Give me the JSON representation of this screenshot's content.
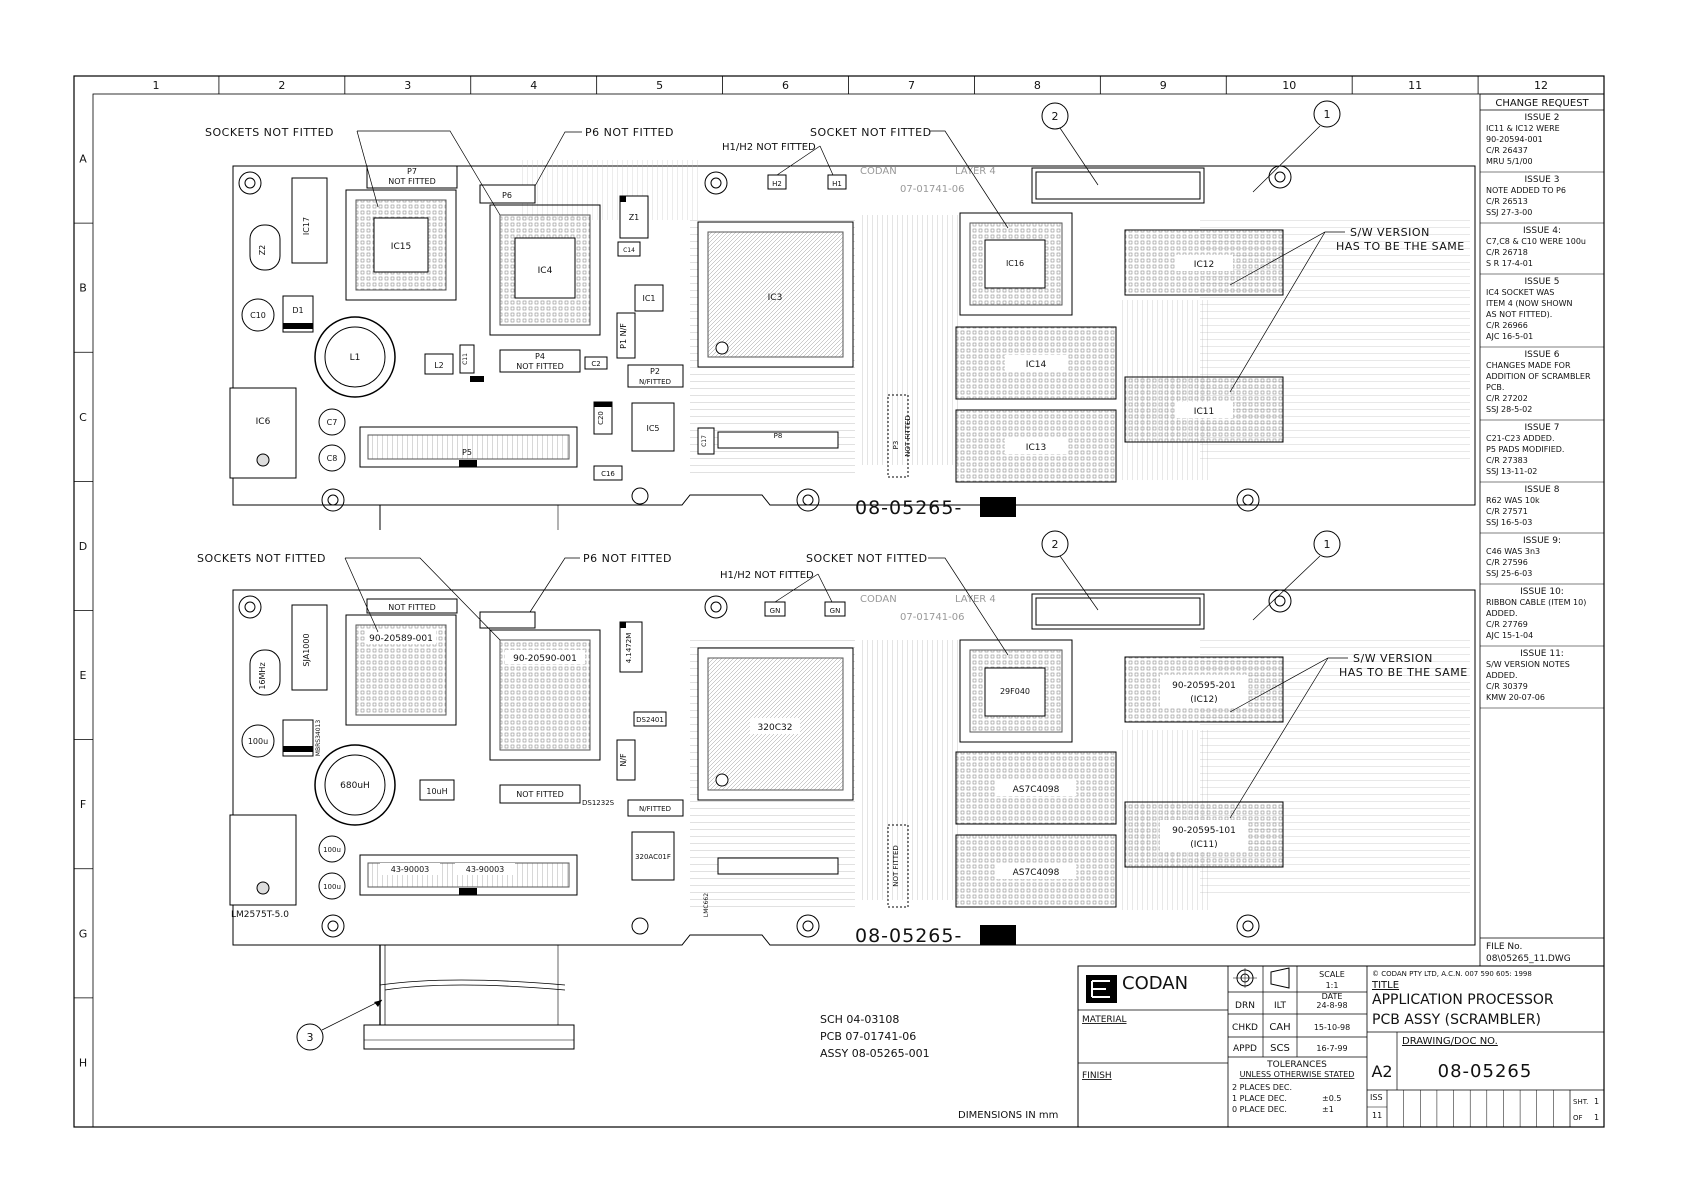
{
  "grid": {
    "columns": [
      "1",
      "2",
      "3",
      "4",
      "5",
      "6",
      "7",
      "8",
      "9",
      "10",
      "11",
      "12"
    ],
    "rows": [
      "A",
      "B",
      "C",
      "D",
      "E",
      "F",
      "G",
      "H"
    ]
  },
  "change_request": {
    "title": "CHANGE REQUEST",
    "issues": [
      {
        "title": "ISSUE 2",
        "lines": [
          "IC11 & IC12 WERE",
          "90-20594-001",
          "C/R 26437",
          "MRU 5/1/00"
        ]
      },
      {
        "title": "ISSUE 3",
        "lines": [
          "NOTE ADDED TO P6",
          "C/R 26513",
          "SSJ 27-3-00"
        ]
      },
      {
        "title": "ISSUE 4:",
        "lines": [
          "C7,C8 & C10 WERE 100u",
          "C/R 26718",
          "S R 17-4-01"
        ]
      },
      {
        "title": "ISSUE 5",
        "lines": [
          "IC4 SOCKET WAS",
          "ITEM 4 (NOW SHOWN",
          "AS NOT FITTED).",
          "C/R 26966",
          "AJC 16-5-01"
        ]
      },
      {
        "title": "ISSUE 6",
        "lines": [
          "CHANGES MADE FOR",
          "ADDITION OF SCRAMBLER",
          "PCB.",
          "C/R 27202",
          "SSJ 28-5-02"
        ]
      },
      {
        "title": "ISSUE 7",
        "lines": [
          "C21-C23 ADDED.",
          "P5 PADS MODIFIED.",
          "C/R 27383",
          "SSJ 13-11-02"
        ]
      },
      {
        "title": "ISSUE 8",
        "lines": [
          "R62 WAS 10k",
          "C/R 27571",
          "SSJ 16-5-03"
        ]
      },
      {
        "title": "ISSUE 9:",
        "lines": [
          "C46 WAS 3n3",
          "C/R 27596",
          "SSJ 25-6-03"
        ]
      },
      {
        "title": "ISSUE 10:",
        "lines": [
          "RIBBON CABLE (ITEM 10)",
          "ADDED.",
          "C/R 27769",
          "AJC 15-1-04"
        ]
      },
      {
        "title": "ISSUE 11:",
        "lines": [
          "S/W VERSION NOTES",
          "ADDED.",
          "C/R 30379",
          "KMW 20-07-06"
        ]
      }
    ],
    "file_label": "FILE No.",
    "file_name": "08\\05265_11.DWG"
  },
  "boards": {
    "top": {
      "callouts": {
        "sockets": "SOCKETS NOT FITTED",
        "p6": "P6 NOT FITTED",
        "h1h2": "H1/H2 NOT FITTED",
        "socket": "SOCKET NOT FITTED",
        "sw1": "S/W VERSION",
        "sw2": "HAS TO BE THE SAME"
      },
      "balloons": [
        "2",
        "1"
      ],
      "silk": [
        "CODAN",
        "LAYER 4",
        "07-01741-06"
      ],
      "assy_no": "08-05265-",
      "parts": {
        "ic15": "IC15",
        "ic4": "IC4",
        "ic3": "IC3",
        "ic16": "IC16",
        "ic12": "IC12",
        "ic14": "IC14",
        "ic13": "IC13",
        "ic11": "IC11",
        "ic6": "IC6",
        "ic17": "IC17",
        "ic1": "IC1",
        "ic5": "IC5",
        "l1": "L1",
        "l2": "L2",
        "c10": "C10",
        "c7": "C7",
        "c8": "C8",
        "d1": "D1",
        "z2": "Z2",
        "z1": "Z1",
        "p7": "P7",
        "p7nf": "NOT FITTED",
        "p6": "P6",
        "p4": "P4",
        "p4nf": "NOT FITTED",
        "p2": "P2",
        "p2nf": "N/FITTED",
        "p1": "P1 N/F",
        "p5": "P5",
        "p8": "P8",
        "p3": "P3",
        "p3nf": "NOT FITTED",
        "c20": "C20",
        "c16": "C16",
        "c17": "C17",
        "c14": "C14",
        "c11": "C11",
        "c2": "C2",
        "h1": "H1",
        "h2": "H2"
      }
    },
    "bottom": {
      "callouts": {
        "sockets": "SOCKETS NOT FITTED",
        "p6": "P6 NOT FITTED",
        "h1h2": "H1/H2 NOT FITTED",
        "socket": "SOCKET NOT FITTED",
        "sw1": "S/W VERSION",
        "sw2": "HAS TO BE THE SAME"
      },
      "balloons": [
        "2",
        "1",
        "3"
      ],
      "silk": [
        "CODAN",
        "LAYER 4",
        "07-01741-06"
      ],
      "assy_no": "08-05265-",
      "parts": {
        "u15": "90-20589-001",
        "u4": "90-20590-001",
        "u3": "320C32",
        "u16": "29F040",
        "u12a": "90-20595-201",
        "u12b": "(IC12)",
        "u14": "AS7C4098",
        "u13": "AS7C4098",
        "u11a": "90-20595-101",
        "u11b": "(IC11)",
        "u6": "LM2575T-5.0",
        "sja": "SJA1000",
        "xtal": "16MHz",
        "l1": "680uH",
        "l2": "10uH",
        "c10": "100u",
        "c7": "100u",
        "c8": "100u",
        "ds2401": "DS2401",
        "ds1232": "DS1232S",
        "u5": "320AC01F",
        "mbrs": "MBRS34013",
        "notfitted": "NOT FITTED",
        "nfitted": "N/FITTED",
        "nf": "N/F",
        "p5a": "43-90003",
        "p5b": "43-90003",
        "p3nf": "NOT FITTED",
        "gn1": "GN",
        "gn2": "GN",
        "lm": "LMC662",
        "z1": "4.1472M"
      }
    }
  },
  "notes": {
    "sch": "SCH 04-03108",
    "pcb": "PCB 07-01741-06",
    "assy": "ASSY 08-05265-001",
    "dimensions": "DIMENSIONS IN mm"
  },
  "title_block": {
    "company": "CODAN",
    "material": "MATERIAL",
    "finish": "FINISH",
    "scale_label": "SCALE",
    "scale_value": "1:1",
    "date_label": "DATE",
    "drn_label": "DRN",
    "drn_by": "ILT",
    "drn_date": "24-8-98",
    "chkd_label": "CHKD",
    "chkd_by": "CAH",
    "chkd_date": "15-10-98",
    "appd_label": "APPD",
    "appd_by": "SCS",
    "appd_date": "16-7-99",
    "tolerances_title": "TOLERANCES",
    "tolerances_sub": "UNLESS OTHERWISE STATED",
    "tol_2dec": "2 PLACES DEC.",
    "tol_1dec": "1 PLACE DEC.",
    "tol_0dec": "0 PLACE DEC.",
    "tol_1val": "±0.5",
    "tol_0val": "±1",
    "copyright": "© CODAN PTY LTD, A.C.N. 007 590 605: 1998",
    "title_label": "TITLE",
    "title_line1": "APPLICATION PROCESSOR",
    "title_line2": "PCB ASSY (SCRAMBLER)",
    "drawing_label": "DRAWING/DOC NO.",
    "sheet_size": "A2",
    "drawing_no": "08-05265",
    "iss_label": "ISS",
    "iss_value": "11",
    "sht_label": "SHT.",
    "sht_value": "1",
    "of_label": "OF",
    "of_value": "1"
  }
}
